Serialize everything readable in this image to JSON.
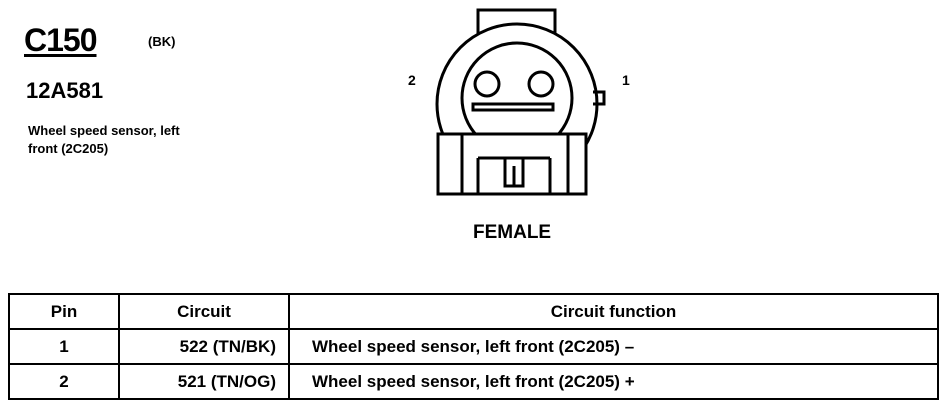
{
  "header": {
    "connector_id": "C150",
    "connector_color": "(BK)",
    "part_number": "12A581",
    "description_line1": "Wheel speed sensor, left",
    "description_line2": "front (2C205)"
  },
  "diagram": {
    "pin_label_left": "2",
    "pin_label_right": "1",
    "gender": "FEMALE"
  },
  "table": {
    "headers": {
      "pin": "Pin",
      "circuit": "Circuit",
      "function": "Circuit function"
    },
    "rows": [
      {
        "pin": "1",
        "circuit": "522 (TN/BK)",
        "function": "Wheel speed sensor, left front (2C205) –"
      },
      {
        "pin": "2",
        "circuit": "521 (TN/OG)",
        "function": "Wheel speed sensor, left front (2C205) +"
      }
    ]
  }
}
